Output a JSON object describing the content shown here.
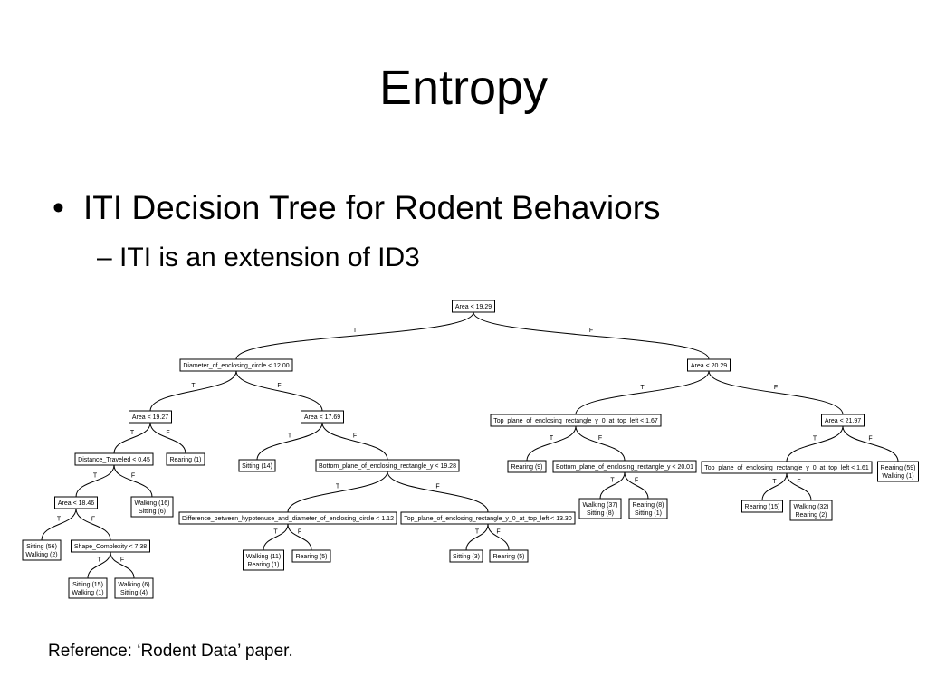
{
  "slide": {
    "title": "Entropy",
    "bullet": "ITI Decision Tree for Rodent Behaviors",
    "sub_bullet_dash": "–",
    "sub_bullet": "ITI is an extension of ID3",
    "reference": "Reference: ‘Rodent Data’ paper."
  },
  "tree": {
    "true_label": "T",
    "false_label": "F",
    "nodes": [
      {
        "id": "n0",
        "lines": [
          "Area < 19.29"
        ]
      },
      {
        "id": "n1",
        "lines": [
          "Diameter_of_enclosing_circle < 12.00"
        ]
      },
      {
        "id": "n2",
        "lines": [
          "Area < 20.29"
        ]
      },
      {
        "id": "n3",
        "lines": [
          "Area < 19.27"
        ]
      },
      {
        "id": "n4",
        "lines": [
          "Area < 17.69"
        ]
      },
      {
        "id": "n5",
        "lines": [
          "Distance_Traveled < 0.45"
        ]
      },
      {
        "id": "n6",
        "lines": [
          "Rearing (1)"
        ]
      },
      {
        "id": "n7",
        "lines": [
          "Area < 18.46"
        ]
      },
      {
        "id": "n8",
        "lines": [
          "Walking (16)",
          "Sitting (6)"
        ]
      },
      {
        "id": "n9",
        "lines": [
          "Sitting (56)",
          "Walking (2)"
        ]
      },
      {
        "id": "n10",
        "lines": [
          "Shape_Complexity < 7.38"
        ]
      },
      {
        "id": "n11",
        "lines": [
          "Sitting (15)",
          "Walking (1)"
        ]
      },
      {
        "id": "n12",
        "lines": [
          "Walking (6)",
          "Sitting (4)"
        ]
      },
      {
        "id": "n13",
        "lines": [
          "Sitting (14)"
        ]
      },
      {
        "id": "n14",
        "lines": [
          "Bottom_plane_of_enclosing_rectangle_y < 19.28"
        ]
      },
      {
        "id": "n15",
        "lines": [
          "Difference_between_hypotenuse_and_diameter_of_enclosing_circle < 1.12"
        ]
      },
      {
        "id": "n16",
        "lines": [
          "Top_plane_of_enclosing_rectangle_y_0_at_top_left < 13.30"
        ]
      },
      {
        "id": "n17",
        "lines": [
          "Walking (11)",
          "Rearing (1)"
        ]
      },
      {
        "id": "n18",
        "lines": [
          "Rearing (5)"
        ]
      },
      {
        "id": "n19",
        "lines": [
          "Sitting (3)"
        ]
      },
      {
        "id": "n20",
        "lines": [
          "Rearing (5)"
        ]
      },
      {
        "id": "n21",
        "lines": [
          "Top_plane_of_enclosing_rectangle_y_0_at_top_left < 1.67"
        ]
      },
      {
        "id": "n22",
        "lines": [
          "Area < 21.97"
        ]
      },
      {
        "id": "n23",
        "lines": [
          "Rearing (9)"
        ]
      },
      {
        "id": "n24",
        "lines": [
          "Bottom_plane_of_enclosing_rectangle_y < 20.01"
        ]
      },
      {
        "id": "n25",
        "lines": [
          "Walking (37)",
          "Sitting (8)"
        ]
      },
      {
        "id": "n26",
        "lines": [
          "Rearing (8)",
          "Sitting (1)"
        ]
      },
      {
        "id": "n27",
        "lines": [
          "Top_plane_of_enclosing_rectangle_y_0_at_top_left < 1.61"
        ]
      },
      {
        "id": "n28",
        "lines": [
          "Rearing (59)",
          "Walking (1)"
        ]
      },
      {
        "id": "n29",
        "lines": [
          "Rearing (15)"
        ]
      },
      {
        "id": "n30",
        "lines": [
          "Walking (32)",
          "Rearing (2)"
        ]
      }
    ],
    "edges": [
      {
        "from": "n0",
        "to": "n1",
        "branch": "T"
      },
      {
        "from": "n0",
        "to": "n2",
        "branch": "F"
      },
      {
        "from": "n1",
        "to": "n3",
        "branch": "T"
      },
      {
        "from": "n1",
        "to": "n4",
        "branch": "F"
      },
      {
        "from": "n3",
        "to": "n5",
        "branch": "T"
      },
      {
        "from": "n3",
        "to": "n6",
        "branch": "F"
      },
      {
        "from": "n5",
        "to": "n7",
        "branch": "T"
      },
      {
        "from": "n5",
        "to": "n8",
        "branch": "F"
      },
      {
        "from": "n7",
        "to": "n9",
        "branch": "T"
      },
      {
        "from": "n7",
        "to": "n10",
        "branch": "F"
      },
      {
        "from": "n10",
        "to": "n11",
        "branch": "T"
      },
      {
        "from": "n10",
        "to": "n12",
        "branch": "F"
      },
      {
        "from": "n4",
        "to": "n13",
        "branch": "T"
      },
      {
        "from": "n4",
        "to": "n14",
        "branch": "F"
      },
      {
        "from": "n14",
        "to": "n15",
        "branch": "T"
      },
      {
        "from": "n14",
        "to": "n16",
        "branch": "F"
      },
      {
        "from": "n15",
        "to": "n17",
        "branch": "T"
      },
      {
        "from": "n15",
        "to": "n18",
        "branch": "F"
      },
      {
        "from": "n16",
        "to": "n19",
        "branch": "T"
      },
      {
        "from": "n16",
        "to": "n20",
        "branch": "F"
      },
      {
        "from": "n2",
        "to": "n21",
        "branch": "T"
      },
      {
        "from": "n2",
        "to": "n22",
        "branch": "F"
      },
      {
        "from": "n21",
        "to": "n23",
        "branch": "T"
      },
      {
        "from": "n21",
        "to": "n24",
        "branch": "F"
      },
      {
        "from": "n24",
        "to": "n25",
        "branch": "T"
      },
      {
        "from": "n24",
        "to": "n26",
        "branch": "F"
      },
      {
        "from": "n22",
        "to": "n27",
        "branch": "T"
      },
      {
        "from": "n22",
        "to": "n28",
        "branch": "F"
      },
      {
        "from": "n27",
        "to": "n29",
        "branch": "T"
      },
      {
        "from": "n27",
        "to": "n30",
        "branch": "F"
      }
    ]
  }
}
